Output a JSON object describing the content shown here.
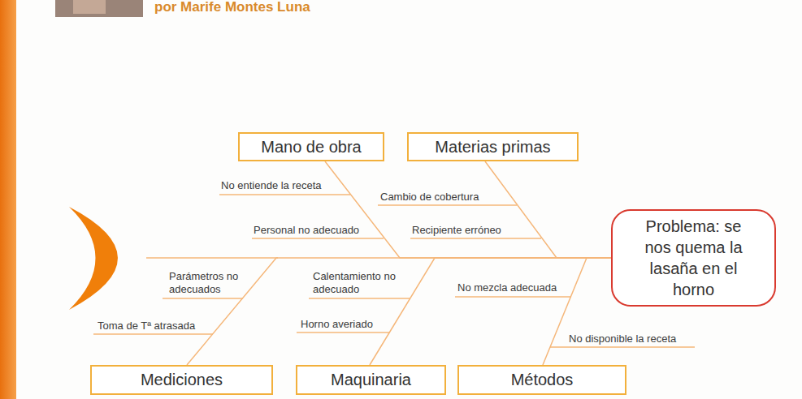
{
  "diagram": {
    "nodes": [
      {
        "text": [
          "Mano de obra"
        ]
      },
      {
        "text": [
          "Materias primas"
        ]
      },
      {
        "text": [
          "Problema: se nos quema la lasaña en el horno"
        ]
      },
      {
        "text": [
          "Mediciones"
        ]
      },
      {
        "text": [
          "Maquinaria"
        ]
      },
      {
        "text": [
          "Métodos"
        ]
      }
    ],
    "edges": [
      {
        "from": 0,
        "to": 2,
        "arrow": "none"
      },
      {
        "from": 1,
        "to": 2,
        "arrow": "none"
      },
      {
        "from": 3,
        "to": 2,
        "arrow": "none"
      },
      {
        "from": 4,
        "to": 2,
        "arrow": "none"
      },
      {
        "from": 5,
        "to": 2,
        "arrow": "none"
      }
    ],
    "labels": [
      "por Marife Montes Luna",
      "No entiende la receta",
      "Cambio de cobertura",
      "Personal no adecuado",
      "Recipiente erróneo",
      "Parámetros no adecuados",
      "Calentamiento no adecuado",
      "No mezcla adecuada",
      "Toma de Tª atrasada",
      "Horno averiado",
      "No disponible la receta"
    ]
  }
}
